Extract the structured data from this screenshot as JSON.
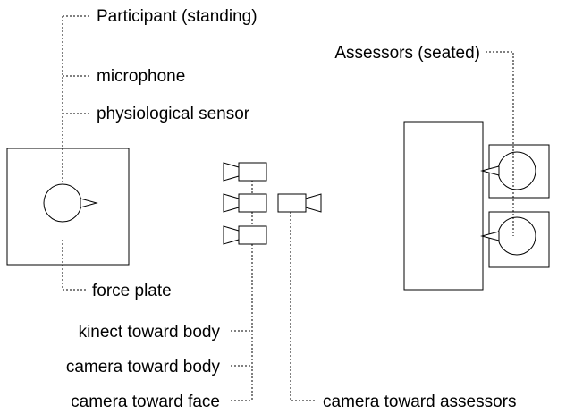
{
  "labels": {
    "participant": "Participant (standing)",
    "microphone": "microphone",
    "physiological_sensor": "physiological sensor",
    "force_plate": "force plate",
    "assessors": "Assessors (seated)",
    "kinect_body": "kinect toward body",
    "camera_body": "camera toward body",
    "camera_face": "camera toward face",
    "camera_assessors": "camera toward assessors"
  },
  "colors": {
    "line": "#000000",
    "background": "#ffffff"
  }
}
